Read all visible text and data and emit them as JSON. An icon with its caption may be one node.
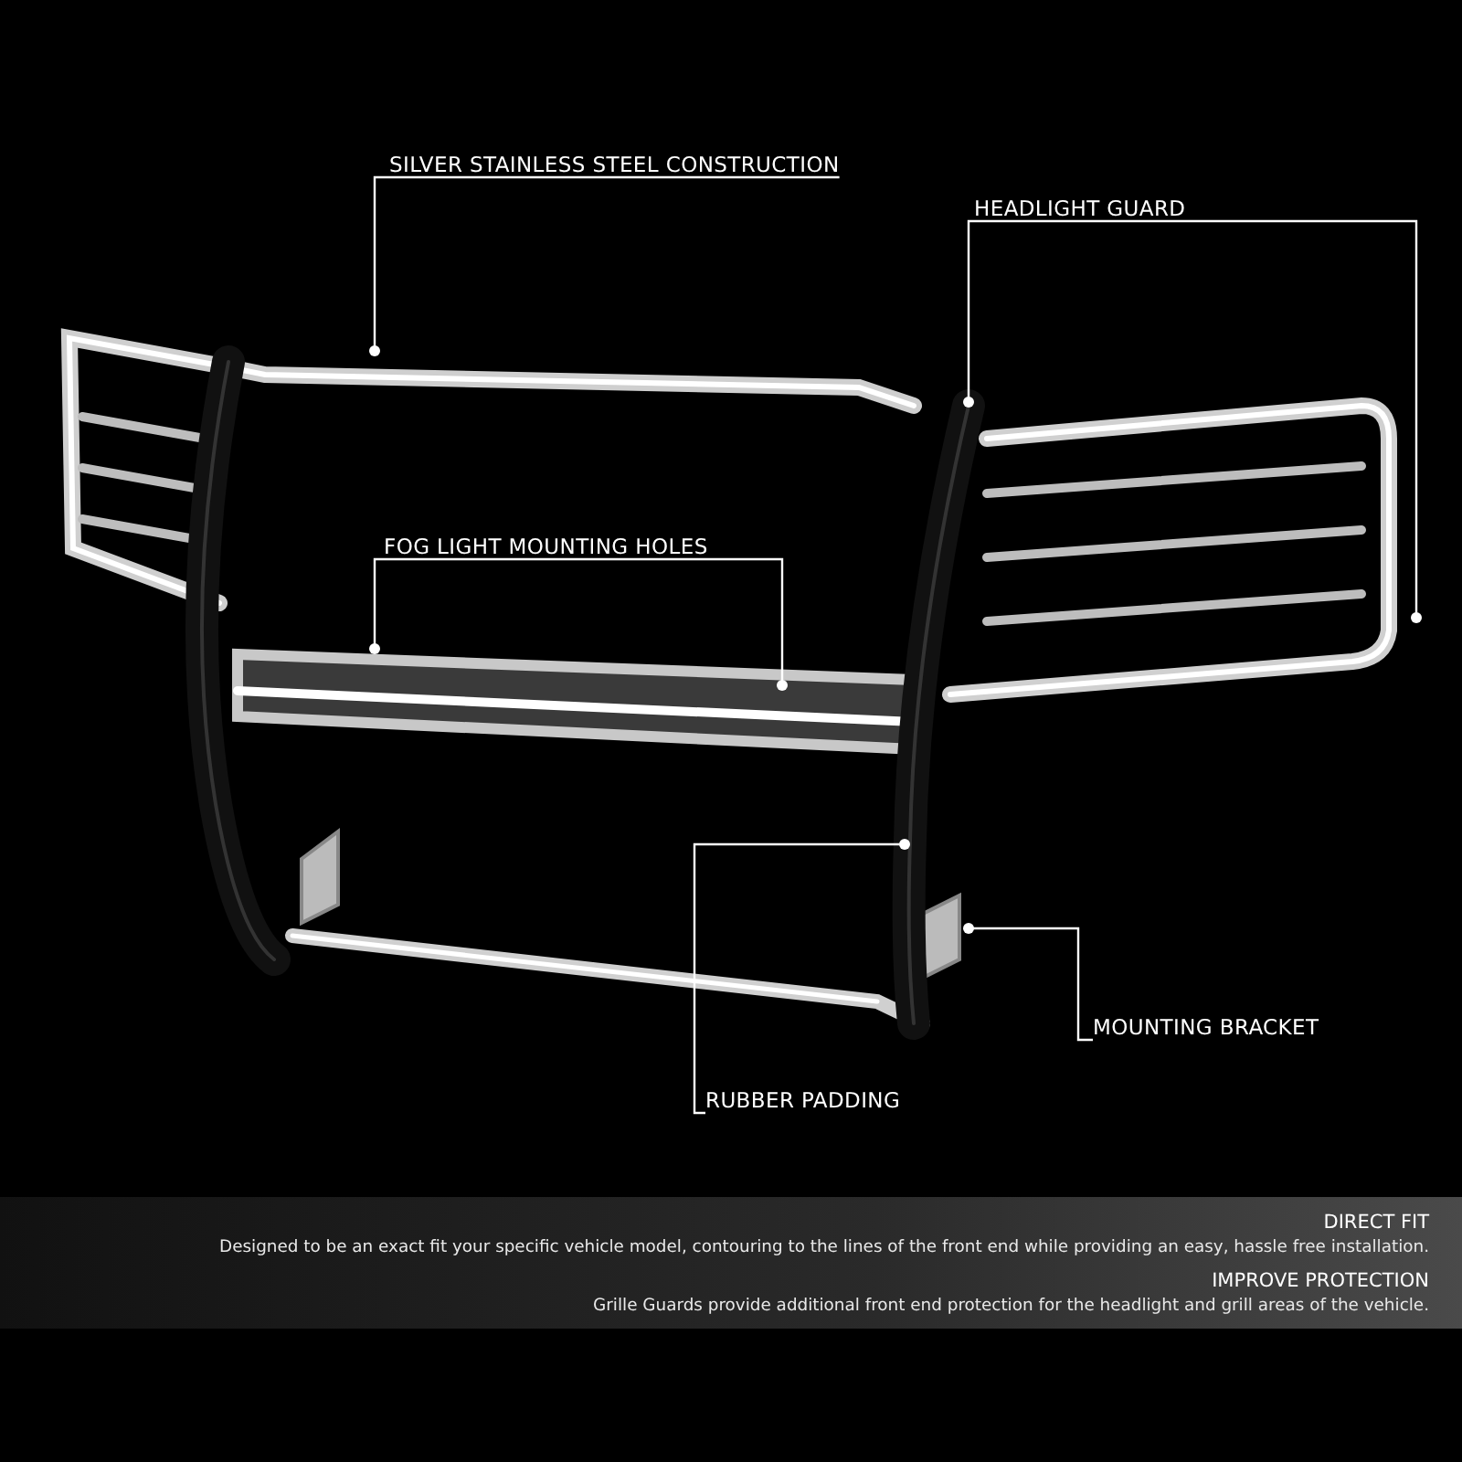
{
  "diagram": {
    "nodes": [
      {
        "text": [
          "SILVER STAINLESS STEEL CONSTRUCTION"
        ]
      },
      {
        "text": [
          "HEADLIGHT GUARD"
        ]
      },
      {
        "text": [
          "FOG LIGHT MOUNTING HOLES"
        ]
      },
      {
        "text": [
          "RUBBER PADDING"
        ]
      },
      {
        "text": [
          "MOUNTING BRACKET"
        ]
      }
    ],
    "edges": [
      {
        "from": 0,
        "to": null,
        "arrow": "other"
      },
      {
        "from": 1,
        "to": null,
        "arrow": "other"
      },
      {
        "from": 1,
        "to": null,
        "arrow": "other"
      },
      {
        "from": 2,
        "to": null,
        "arrow": "other"
      },
      {
        "from": 2,
        "to": null,
        "arrow": "other"
      },
      {
        "from": 3,
        "to": null,
        "arrow": "other"
      },
      {
        "from": 4,
        "to": null,
        "arrow": "other"
      }
    ],
    "labels": [
      "DIRECT FIT",
      "Designed to be an exact fit your specific vehicle model, contouring to the lines of the front end while providing an easy, hassle free installation.",
      "IMPROVE PROTECTION",
      "Grille Guards provide additional front end protection for the headlight and grill areas of the vehicle."
    ]
  }
}
